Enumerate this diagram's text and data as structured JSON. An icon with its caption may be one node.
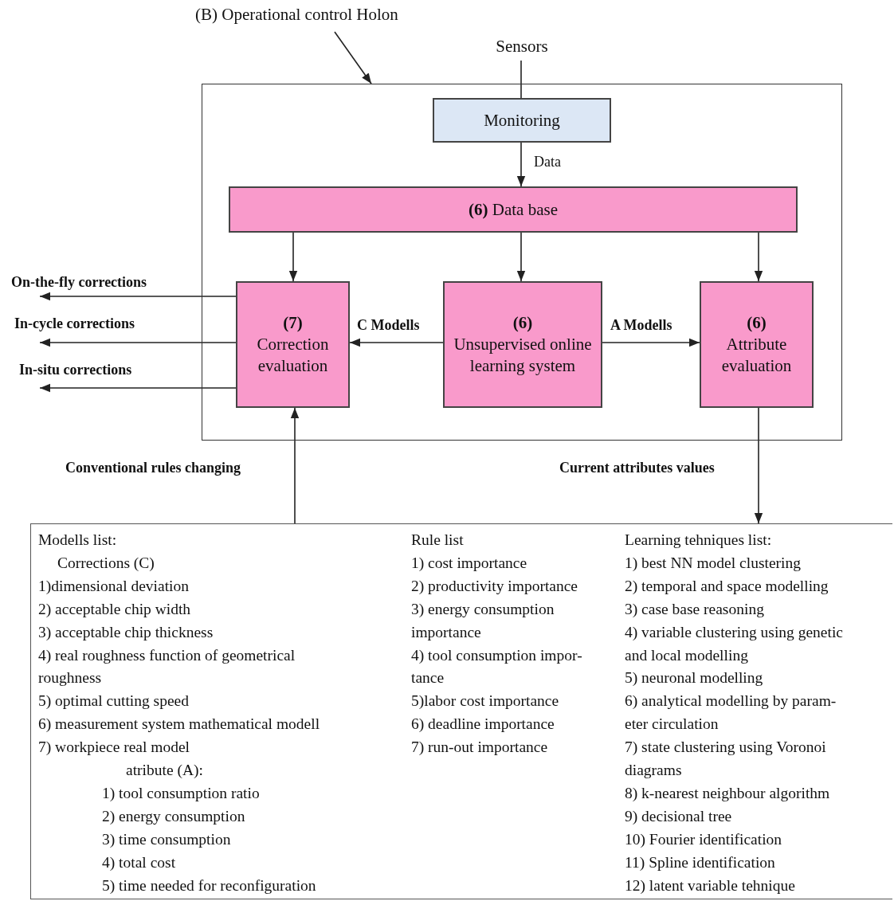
{
  "diagram": {
    "nodes": [
      {
        "text": [
          "(B) Operational control Holon"
        ]
      },
      {
        "text": [],
        "shape": "box"
      },
      {
        "text": [
          "Sensors"
        ]
      },
      {
        "text": [
          "Monitoring"
        ],
        "in": 1
      },
      {
        "text": [
          "**(6)** Data base"
        ],
        "in": 1
      },
      {
        "text": [
          "(7)",
          "Correction evaluation"
        ],
        "in": 1
      },
      {
        "text": [
          "(6)",
          "Unsupervised online learning system"
        ],
        "in": 1
      },
      {
        "text": [
          "(6)",
          "Attribute evaluation"
        ],
        "in": 1
      },
      {
        "text": [
          "Modells list:",
          "Corrections (C)",
          "1)dimensional deviation",
          "2) acceptable chip width",
          "3) acceptable chip thickness",
          "4) real roughness function of geometrical roughness",
          "5) optimal cutting speed",
          "6) measurement system mathematical modell",
          "7) workpiece real model",
          "atribute (A):",
          "1) tool consumption ratio",
          "2) energy consumption",
          "3) time consumption",
          "4) total cost",
          "5) time needed for reconfiguration",
          "Rule list",
          "1) cost importance",
          "2) productivity importance",
          "3) energy consumption importance",
          "4) tool consumption impor- tance",
          "5)labor cost importance",
          "6) deadline importance",
          "7) run-out importance",
          "Learning tehniques list:",
          "1) best NN model clustering",
          "2) temporal and space modelling",
          "3) case base reasoning",
          "4) variable clustering using genetic and local modelling",
          "5) neuronal modelling",
          "6) analytical modelling by param- eter circulation",
          "7) state clustering using Voronoi diagrams",
          "8) k-nearest neighbour algorithm",
          "9) decisional tree",
          "10) Fourier identification",
          "11) Spline identification",
          "12) latent variable tehnique"
        ]
      }
    ],
    "edges": [
      {
        "from": 0,
        "to": 1,
        "arrow": "to"
      },
      {
        "from": 2,
        "to": 3,
        "arrow": "none"
      },
      {
        "from": 3,
        "to": 4,
        "arrow": "to",
        "label": "Data"
      },
      {
        "from": 4,
        "to": 5,
        "arrow": "to"
      },
      {
        "from": 4,
        "to": 6,
        "arrow": "to"
      },
      {
        "from": 4,
        "to": 7,
        "arrow": "to"
      },
      {
        "from": 6,
        "to": 5,
        "arrow": "to",
        "label": "C Modells"
      },
      {
        "from": 6,
        "to": 7,
        "arrow": "to",
        "label": "A Modells"
      },
      {
        "from": 5,
        "to": null,
        "arrow": "to",
        "label": "On-the-fly corrections"
      },
      {
        "from": 5,
        "to": null,
        "arrow": "to",
        "label": "In-cycle corrections"
      },
      {
        "from": 5,
        "to": null,
        "arrow": "to",
        "label": "In-situ corrections"
      },
      {
        "from": 8,
        "to": 5,
        "arrow": "to",
        "label": "Conventional rules changing"
      },
      {
        "from": 7,
        "to": 8,
        "arrow": "to",
        "label": "Current attributes values"
      }
    ]
  }
}
